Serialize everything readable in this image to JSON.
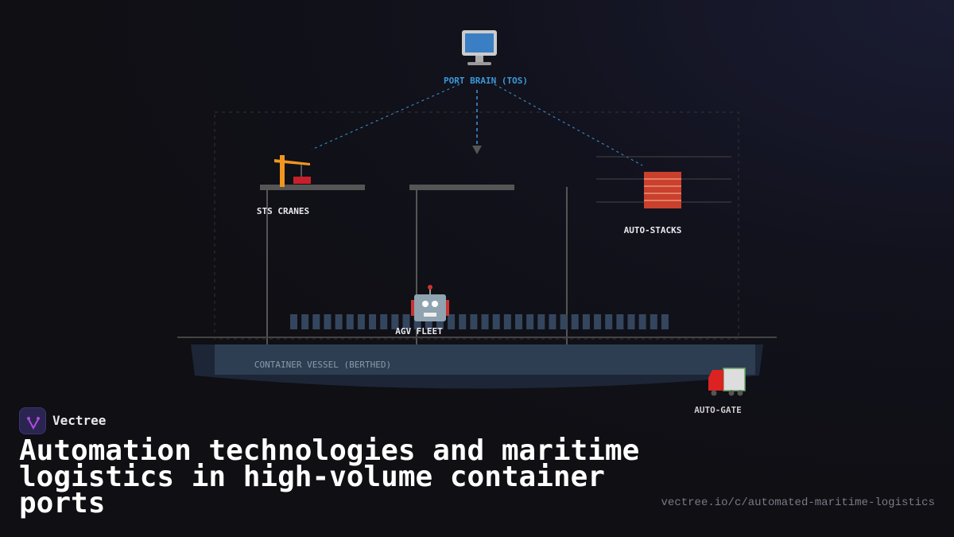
{
  "diagram": {
    "brain": {
      "label": "PORT BRAIN (TOS)",
      "icon": "monitor-icon"
    },
    "cranes": {
      "label": "STS CRANES",
      "icon": "crane-icon"
    },
    "stacks": {
      "label": "AUTO-STACKS",
      "icon": "bricks-icon"
    },
    "agv": {
      "label": "AGV FLEET",
      "icon": "robot-icon"
    },
    "vessel": {
      "label": "CONTAINER VESSEL (BERTHED)"
    },
    "gate": {
      "label": "AUTO-GATE",
      "icon": "truck-icon"
    },
    "colors": {
      "link": "#3a9ad9",
      "vessel": "#2d3e52",
      "container": "#34465e"
    }
  },
  "brand": {
    "name": "Vectree"
  },
  "title": "Automation technologies and maritime logistics in high-volume container ports",
  "url": "vectree.io/c/automated-maritime-logistics"
}
